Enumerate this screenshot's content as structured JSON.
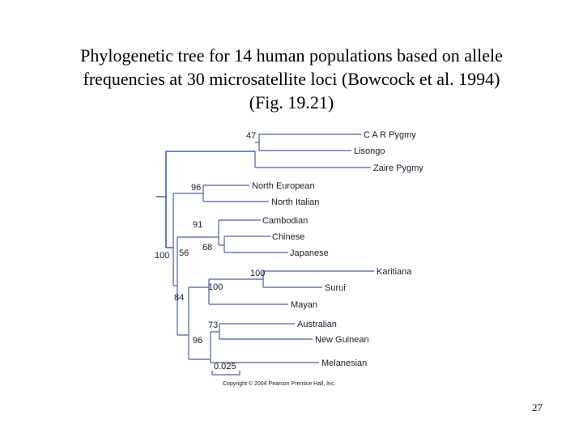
{
  "title": {
    "line1": "Phylogenetic tree for 14 human populations based on allele",
    "line2": "frequencies at 30 microsatellite loci (Bowcock et al. 1994)",
    "line3": "(Fig. 19.21)"
  },
  "tree": {
    "line_color": "#4a5fa8",
    "root_color": "#3a5fc0",
    "taxa": [
      "C A R Pygmy",
      "Lisongo",
      "Zaire Pygmy",
      "North European",
      "North Italian",
      "Cambodian",
      "Chinese",
      "Japanese",
      "Karitiana",
      "Surui",
      "Mayan",
      "Australian",
      "New Guinean",
      "Melanesian"
    ],
    "bootstrap": [
      "47",
      "96",
      "91",
      "68",
      "56",
      "100",
      "100",
      "84",
      "73",
      "96",
      "100"
    ],
    "scale_label": "0.025",
    "copyright": "Copyright © 2004 Pearson Prentice Hall, Inc."
  },
  "page_number": "27"
}
